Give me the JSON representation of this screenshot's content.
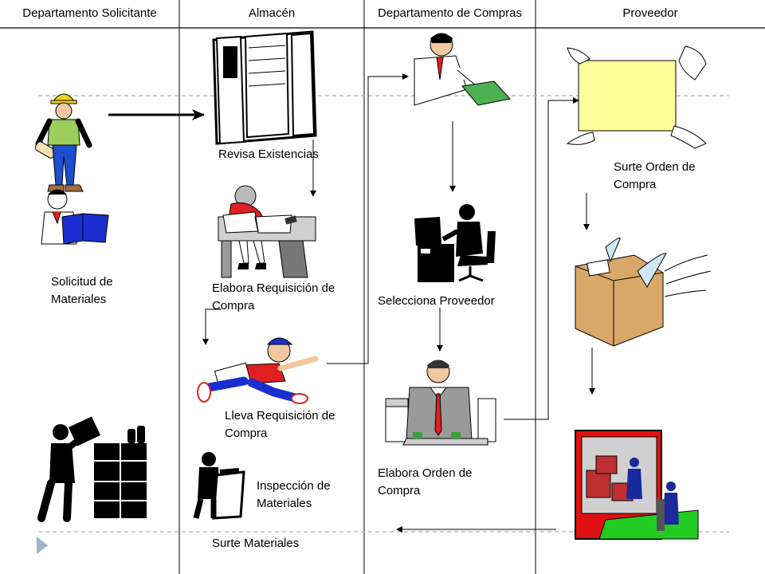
{
  "columns": [
    "Departamento Solicitante",
    "Almacén",
    "Departamento de Compras",
    "Proveedor"
  ],
  "steps": {
    "solicitud": "Solicitud de Materiales",
    "revisa": "Revisa Existencias",
    "elabora_requisicion": "Elabora Requisición de Compra",
    "lleva_requisicion": "Lleva Requisición de Compra",
    "inspeccion": "Inspección de Materiales",
    "surte_materiales": "Surte Materiales",
    "selecciona_proveedor": "Selecciona Proveedor",
    "elabora_orden": "Elabora Orden de Compra",
    "surte_orden": "Surte Orden de Compra"
  },
  "colors": {
    "line": "#000000",
    "dashed": "#9fb4c8",
    "box_yellow": "#ffff99",
    "box_brown": "#d8a868",
    "truck_red": "#e01010",
    "truck_green": "#22cc22",
    "shirt_red": "#e02020",
    "book_blue": "#1b2fd0",
    "worker_blue": "#1a2a9c",
    "marker": "#9fb4c8"
  },
  "icons": [
    "construction-worker-icon",
    "reading-man-icon",
    "server-cabinet-icon",
    "desk-worker-icon",
    "running-man-icon",
    "warehouse-worker-icon",
    "inspector-icon",
    "writing-man-icon",
    "computer-user-icon",
    "businessman-icon",
    "hands-box-icon",
    "flying-box-icon",
    "delivery-truck-icon"
  ]
}
